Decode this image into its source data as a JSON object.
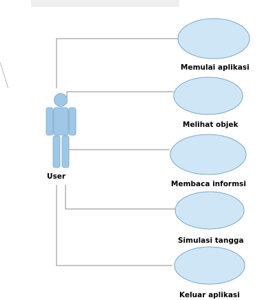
{
  "diagram": {
    "actor": {
      "label": "User",
      "icon": "person-icon"
    },
    "use_cases": [
      {
        "label": "Memulai aplikasi"
      },
      {
        "label": "Melihat objek"
      },
      {
        "label": "Membaca informsi"
      },
      {
        "label": "Simulasi tangga"
      },
      {
        "label": "Keluar aplikasi"
      }
    ],
    "colors": {
      "ellipse_fill": "#cfe6f7",
      "ellipse_stroke": "#7aa6c4",
      "actor_fill": "#9fc8e6",
      "connector": "#8a8a8a",
      "top_bar": "#eeeeee"
    }
  }
}
